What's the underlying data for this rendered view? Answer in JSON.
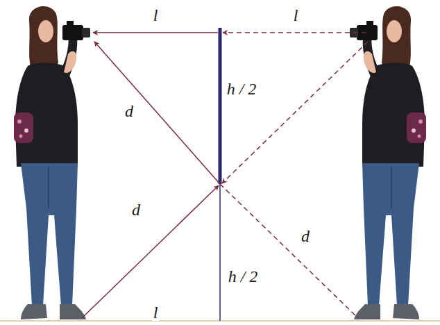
{
  "diagram": {
    "labels": [
      "l",
      "l",
      "h / 2",
      "d",
      "d",
      "d",
      "h / 2",
      "l"
    ]
  }
}
